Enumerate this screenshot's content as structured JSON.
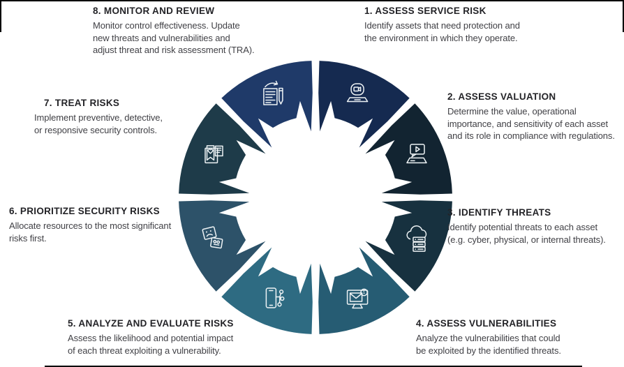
{
  "diagram": {
    "type": "cycle",
    "segment_count": 8,
    "icon_stroke": "#eef3f5",
    "frame_color": "#000000",
    "background": "#ffffff"
  },
  "steps": [
    {
      "title": "1. ASSESS SERVICE RISK",
      "description": "Identify assets that need protection and\nthe environment in which they operate.",
      "icon": "video-call-laptop-icon",
      "color": "#152a50"
    },
    {
      "title": "2. ASSESS VALUATION",
      "description": "Determine the value, operational\nimportance, and sensitivity of each asset\nand its role in compliance with regulations.",
      "icon": "video-message-laptop-icon",
      "color": "#122431"
    },
    {
      "title": "3. IDENTIFY THREATS",
      "description": "Identify potential threats to each asset\n(e.g. cyber, physical, or internal threats).",
      "icon": "cloud-servers-icon",
      "color": "#17313f"
    },
    {
      "title": "4. ASSESS VULNERABILITIES",
      "description": "Analyze the vulnerabilities that could\nbe exploited by the identified threats.",
      "icon": "email-alert-monitor-icon",
      "color": "#265c73"
    },
    {
      "title": "5. ANALYZE AND EVALUATE RISKS",
      "description": "Assess the likelihood and potential impact\nof each threat exploiting a vulnerability.",
      "icon": "phone-network-icon",
      "color": "#2e6b82"
    },
    {
      "title": "6. PRIORITIZE SECURITY RISKS",
      "description": "Allocate resources to the most significant\nrisks first.",
      "icon": "feedback-cards-icon",
      "color": "#2d5269"
    },
    {
      "title": "7. TREAT RISKS",
      "description": "Implement preventive, detective,\nor responsive security controls.",
      "icon": "bag-heart-ribbon-icon",
      "color": "#1e3b49"
    },
    {
      "title": "8. MONITOR AND REVIEW",
      "description": "Monitor control effectiveness. Update\nnew threats and vulnerabilities and\nadjust threat and risk assessment (TRA).",
      "icon": "document-edit-arrow-icon",
      "color": "#1f3a69"
    }
  ]
}
